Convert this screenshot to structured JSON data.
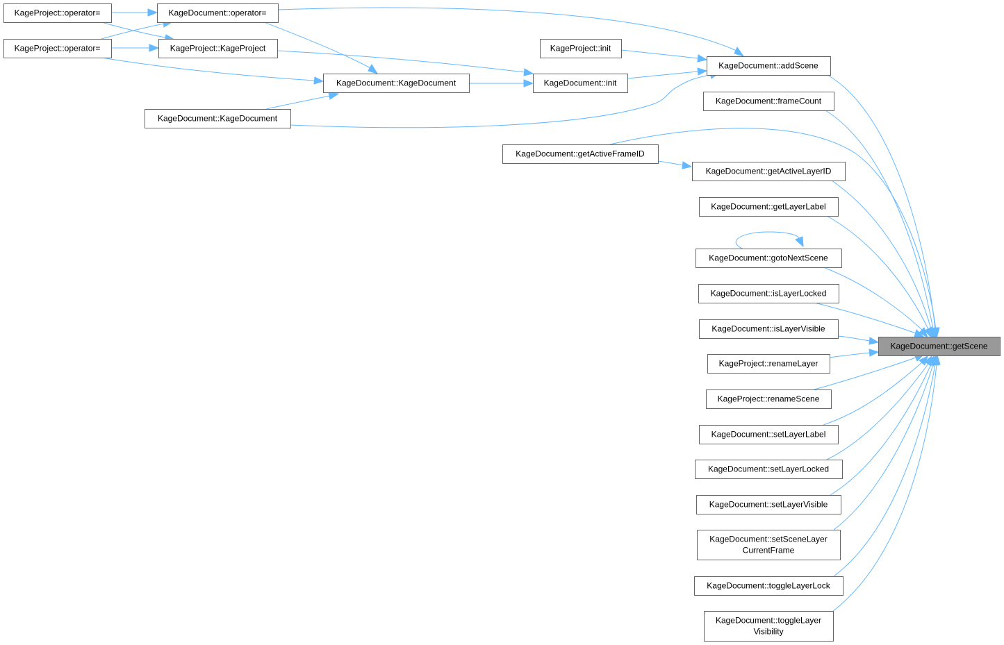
{
  "graph": {
    "title": "",
    "edge_color": "#63b8ff",
    "target_fill": "#999999",
    "nodes": [
      {
        "id": "n_getscene",
        "lines": [
          "KageDocument::getScene"
        ],
        "highlight": true
      },
      {
        "id": "n_addscene",
        "lines": [
          "KageDocument::addScene"
        ]
      },
      {
        "id": "n_framecount",
        "lines": [
          "KageDocument::frameCount"
        ]
      },
      {
        "id": "n_getactivelayerid",
        "lines": [
          "KageDocument::getActiveLayerID"
        ]
      },
      {
        "id": "n_getlayerlabel",
        "lines": [
          "KageDocument::getLayerLabel"
        ]
      },
      {
        "id": "n_gotonextscene",
        "lines": [
          "KageDocument::gotoNextScene"
        ]
      },
      {
        "id": "n_islayerlocked",
        "lines": [
          "KageDocument::isLayerLocked"
        ]
      },
      {
        "id": "n_islayervisible",
        "lines": [
          "KageDocument::isLayerVisible"
        ]
      },
      {
        "id": "n_renamelayer",
        "lines": [
          "KageProject::renameLayer"
        ]
      },
      {
        "id": "n_renamescene",
        "lines": [
          "KageProject::renameScene"
        ]
      },
      {
        "id": "n_setlayerlabel",
        "lines": [
          "KageDocument::setLayerLabel"
        ]
      },
      {
        "id": "n_setlayerlocked",
        "lines": [
          "KageDocument::setLayerLocked"
        ]
      },
      {
        "id": "n_setlayervisible",
        "lines": [
          "KageDocument::setLayerVisible"
        ]
      },
      {
        "id": "n_setscenelayercurrentframe",
        "lines": [
          "KageDocument::setSceneLayer",
          "CurrentFrame"
        ]
      },
      {
        "id": "n_togglelayerlock",
        "lines": [
          "KageDocument::toggleLayerLock"
        ]
      },
      {
        "id": "n_togglelayervisibility",
        "lines": [
          "KageDocument::toggleLayer",
          "Visibility"
        ]
      },
      {
        "id": "n_getactiveframeid",
        "lines": [
          "KageDocument::getActiveFrameID"
        ]
      },
      {
        "id": "n_proj_init",
        "lines": [
          "KageProject::init"
        ]
      },
      {
        "id": "n_doc_init",
        "lines": [
          "KageDocument::init"
        ]
      },
      {
        "id": "n_doc_ctor_a",
        "lines": [
          "KageDocument::KageDocument"
        ]
      },
      {
        "id": "n_doc_ctor_b",
        "lines": [
          "KageDocument::KageDocument"
        ]
      },
      {
        "id": "n_doc_opassign",
        "lines": [
          "KageDocument::operator="
        ]
      },
      {
        "id": "n_proj_ctor",
        "lines": [
          "KageProject::KageProject"
        ]
      },
      {
        "id": "n_proj_opassign_a",
        "lines": [
          "KageProject::operator="
        ]
      },
      {
        "id": "n_proj_opassign_b",
        "lines": [
          "KageProject::operator="
        ]
      }
    ],
    "edges": [
      {
        "from": "n_addscene",
        "to": "n_getscene"
      },
      {
        "from": "n_framecount",
        "to": "n_getscene"
      },
      {
        "from": "n_getactiveframeid",
        "to": "n_getscene"
      },
      {
        "from": "n_getactivelayerid",
        "to": "n_getscene"
      },
      {
        "from": "n_getlayerlabel",
        "to": "n_getscene"
      },
      {
        "from": "n_gotonextscene",
        "to": "n_getscene"
      },
      {
        "from": "n_islayerlocked",
        "to": "n_getscene"
      },
      {
        "from": "n_islayervisible",
        "to": "n_getscene"
      },
      {
        "from": "n_renamelayer",
        "to": "n_getscene"
      },
      {
        "from": "n_renamescene",
        "to": "n_getscene"
      },
      {
        "from": "n_setlayerlabel",
        "to": "n_getscene"
      },
      {
        "from": "n_setlayerlocked",
        "to": "n_getscene"
      },
      {
        "from": "n_setlayervisible",
        "to": "n_getscene"
      },
      {
        "from": "n_setscenelayercurrentframe",
        "to": "n_getscene"
      },
      {
        "from": "n_togglelayerlock",
        "to": "n_getscene"
      },
      {
        "from": "n_togglelayervisibility",
        "to": "n_getscene"
      },
      {
        "from": "n_gotonextscene",
        "to": "n_gotonextscene"
      },
      {
        "from": "n_getactiveframeid",
        "to": "n_getactivelayerid"
      },
      {
        "from": "n_doc_opassign",
        "to": "n_addscene"
      },
      {
        "from": "n_proj_init",
        "to": "n_addscene"
      },
      {
        "from": "n_doc_init",
        "to": "n_addscene"
      },
      {
        "from": "n_doc_ctor_b",
        "to": "n_addscene"
      },
      {
        "from": "n_proj_ctor",
        "to": "n_doc_init"
      },
      {
        "from": "n_doc_ctor_a",
        "to": "n_doc_init"
      },
      {
        "from": "n_doc_opassign",
        "to": "n_doc_ctor_a"
      },
      {
        "from": "n_proj_opassign_b",
        "to": "n_doc_ctor_a"
      },
      {
        "from": "n_doc_ctor_b",
        "to": "n_doc_ctor_a"
      },
      {
        "from": "n_proj_opassign_a",
        "to": "n_doc_opassign"
      },
      {
        "from": "n_proj_opassign_b",
        "to": "n_doc_opassign"
      },
      {
        "from": "n_proj_opassign_a",
        "to": "n_proj_ctor"
      },
      {
        "from": "n_proj_opassign_b",
        "to": "n_proj_ctor"
      }
    ]
  }
}
